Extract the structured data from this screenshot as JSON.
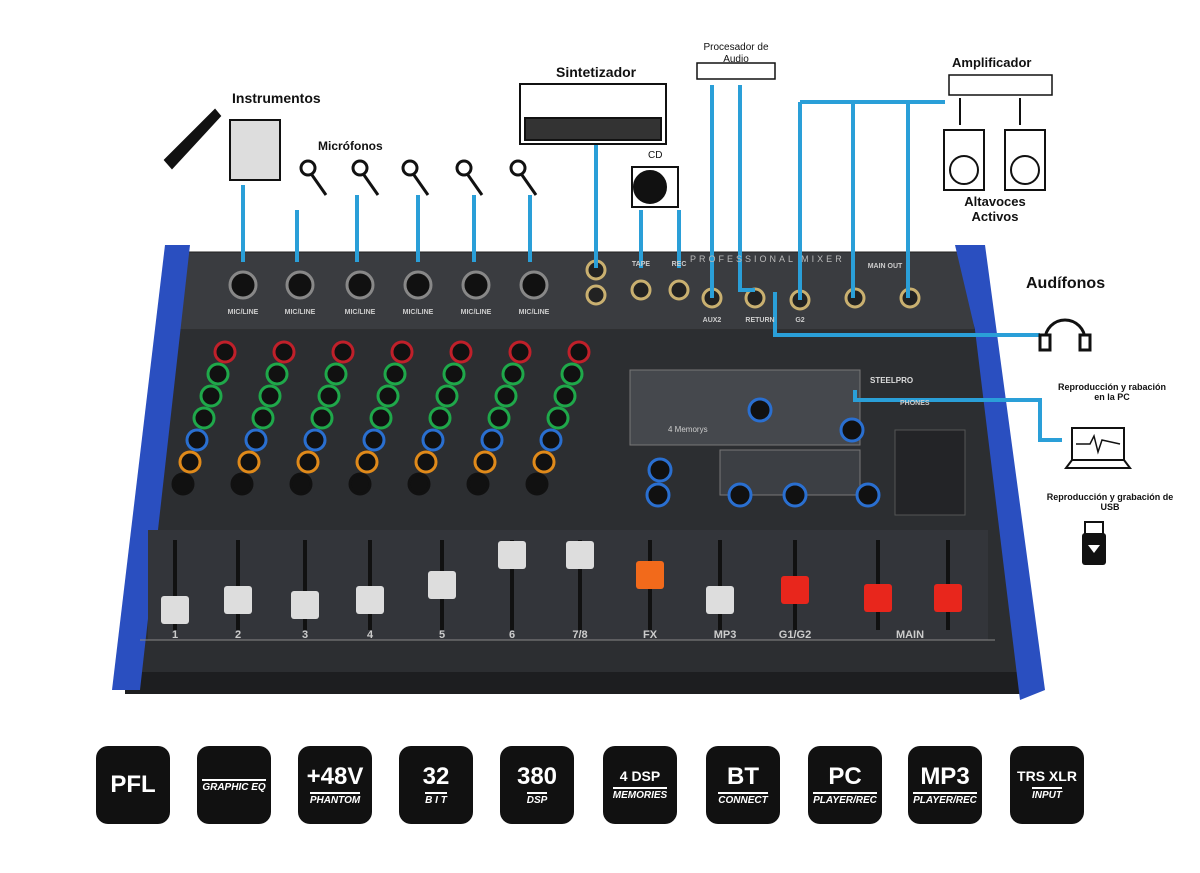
{
  "labels": {
    "instrumentos": "Instrumentos",
    "microfonos": "Micrófonos",
    "sintetizador": "Sintetizador",
    "procesador": "Procesador de Audio",
    "cd": "CD",
    "amplificador": "Amplificador",
    "altavoces": "Altavoces Activos",
    "audifonos": "Audífonos",
    "pc": "Reproducción y rabación en la PC",
    "usb": "Reproducción y grabación de USB"
  },
  "mixer": {
    "brand": "STEELPRO",
    "title": "PROFESSIONAL MIXER",
    "inputs": [
      "MIC/LINE",
      "MIC/LINE",
      "MIC/LINE",
      "MIC/LINE",
      "MIC/LINE",
      "MIC/LINE"
    ],
    "jacks": [
      "TAPE",
      "REC",
      "AUX2",
      "RETURN",
      "G2",
      "MAIN OUT"
    ],
    "channels": [
      "1",
      "2",
      "3",
      "4",
      "5",
      "6",
      "7/8",
      "FX",
      "MP3",
      "G1/G2",
      "MAIN"
    ],
    "memories": "4 Memorys",
    "phones": "PHONES"
  },
  "badges": [
    {
      "top": "PFL",
      "bottom": ""
    },
    {
      "top": "",
      "bottom": "GRAPHIC EQ"
    },
    {
      "top": "+48V",
      "bottom": "PHANTOM"
    },
    {
      "top": "32",
      "bottom": "B I T"
    },
    {
      "top": "380",
      "bottom": "DSP"
    },
    {
      "top": "4 DSP",
      "bottom": "MEMORIES"
    },
    {
      "top": "BT",
      "bottom": "CONNECT"
    },
    {
      "top": "PC",
      "bottom": "PLAYER/REC"
    },
    {
      "top": "MP3",
      "bottom": "PLAYER/REC"
    },
    {
      "top": "TRS XLR",
      "bottom": "INPUT"
    }
  ],
  "colors": {
    "cable": "#2a9fd8",
    "body": "#2e3034",
    "cap": "#2a4fc0",
    "fader_red": "#e8261c",
    "fader_orange": "#f26a1b"
  }
}
